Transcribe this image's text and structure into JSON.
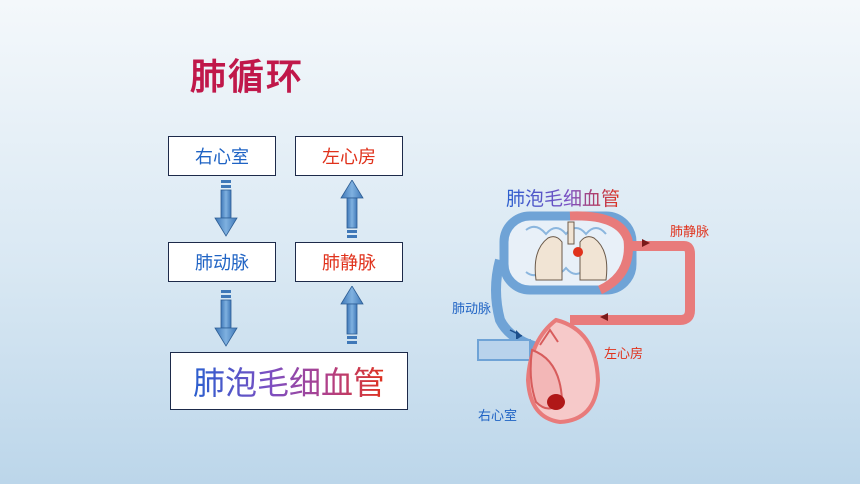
{
  "title": "肺循环",
  "flow": {
    "right_ventricle": "右心室",
    "left_atrium": "左心房",
    "pulmonary_artery": "肺动脉",
    "pulmonary_vein": "肺静脉",
    "alveolar_capillaries": "肺泡毛细血管"
  },
  "illustration": {
    "capillaries_label": "肺泡毛细血管",
    "pulmonary_vein_label": "肺静脉",
    "pulmonary_artery_label": "肺动脉",
    "left_atrium_label": "左心房",
    "right_ventricle_label": "右心室"
  },
  "colors": {
    "title": "#c0184a",
    "venous_blue": "#1f63c4",
    "arterial_red": "#e0321c"
  }
}
